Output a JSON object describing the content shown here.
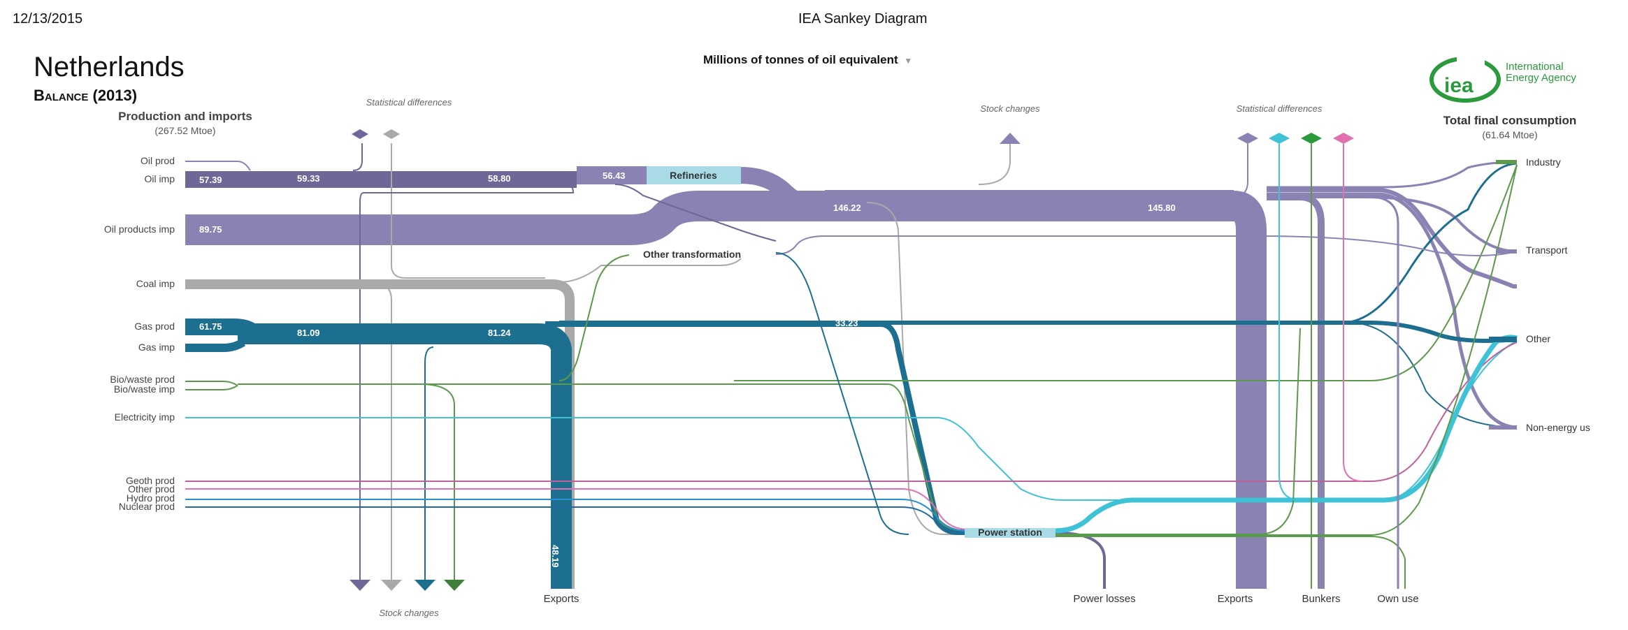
{
  "print": {
    "date": "12/13/2015",
    "title": "IEA Sankey Diagram"
  },
  "country": "Netherlands",
  "balance": "Balance (2013)",
  "units": {
    "selected": "Millions of tonnes of oil equivalent"
  },
  "logo": {
    "mark": "iea",
    "line1": "International",
    "line2": "Energy Agency",
    "color": "#2a9a3c"
  },
  "colors": {
    "oil": "#8a82b3",
    "oil_dark": "#6e6797",
    "coal": "#a9a9a9",
    "gas": "#1d6f8f",
    "bio": "#5a9a4a",
    "elec": "#3ec3d6",
    "geoth": "#c0609a",
    "other": "#e070b0",
    "hydro": "#2a8fd0",
    "nuclear": "#1f6aa0",
    "refinery": "#a8dbe6"
  },
  "left": {
    "title": "Production and imports",
    "total": "(267.52 Mtoe)",
    "sources": [
      "Oil prod",
      "Oil imp",
      "Oil products imp",
      "Coal imp",
      "Gas prod",
      "Gas imp",
      "Bio/waste prod",
      "Bio/waste imp",
      "Electricity imp",
      "Geoth prod",
      "Other prod",
      "Hydro prod",
      "Nuclear prod"
    ]
  },
  "right": {
    "title": "Total final consumption",
    "total": "(61.64 Mtoe)",
    "sinks": [
      "Industry",
      "Transport",
      "Other",
      "Non-energy us"
    ]
  },
  "nodes": {
    "refineries": "Refineries",
    "other_transformation": "Other transformation",
    "power_station": "Power station"
  },
  "top_labels": {
    "stat_diff_left": "Statistical differences",
    "stock_changes_top": "Stock changes",
    "stat_diff_right": "Statistical differences"
  },
  "bottom_labels": {
    "stock_changes": "Stock changes",
    "exports_left": "Exports",
    "power_losses": "Power losses",
    "exports_right": "Exports",
    "bunkers": "Bunkers",
    "own_use": "Own use"
  },
  "flow_values": {
    "oil_imp": "57.39",
    "oil_merge": "59.33",
    "oil_after_sd": "58.80",
    "refinery_in": "56.43",
    "oil_products_imp": "89.75",
    "oil_products_mid": "146.22",
    "oil_products_right": "145.80",
    "gas_prod": "61.75",
    "gas_merge": "81.09",
    "gas_after": "81.24",
    "gas_mid": "33.23",
    "gas_exports": "48.19"
  }
}
